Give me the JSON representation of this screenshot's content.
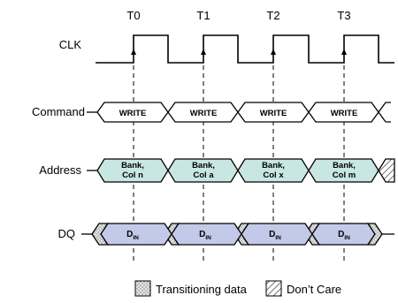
{
  "time_labels": [
    "T0",
    "T1",
    "T2",
    "T3"
  ],
  "signals": {
    "clk": "CLK",
    "command": "Command",
    "address": "Address",
    "dq": "DQ"
  },
  "command_cells": [
    "WRITE",
    "WRITE",
    "WRITE",
    "WRITE"
  ],
  "address_cells": [
    {
      "line1": "Bank,",
      "line2": "Col n"
    },
    {
      "line1": "Bank,",
      "line2": "Col a"
    },
    {
      "line1": "Bank,",
      "line2": "Col x"
    },
    {
      "line1": "Bank,",
      "line2": "Col m"
    }
  ],
  "dq_cells": [
    {
      "main": "D",
      "sub": "IN"
    },
    {
      "main": "D",
      "sub": "IN"
    },
    {
      "main": "D",
      "sub": "IN"
    },
    {
      "main": "D",
      "sub": "IN"
    }
  ],
  "legend": {
    "transitioning": "Transitioning data",
    "dont_care": "Don’t Care"
  },
  "colors": {
    "address_fill": "#c9e7e2",
    "dq_fill": "#c3c9e8",
    "transition_fill": "#dedede"
  }
}
